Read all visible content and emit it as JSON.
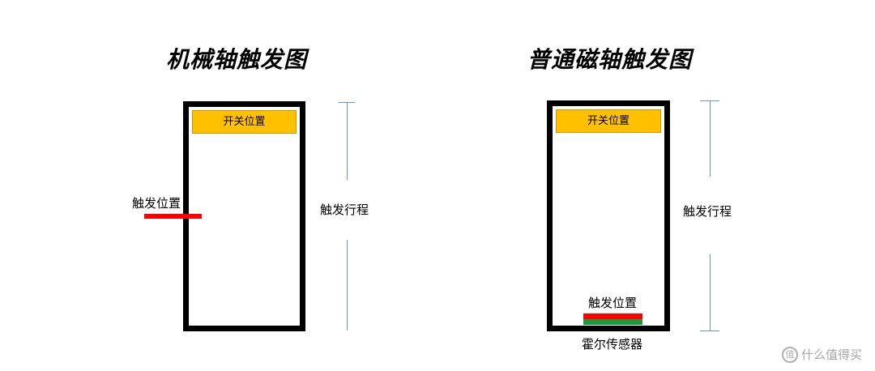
{
  "left": {
    "title": "机械轴触发图",
    "switch_label": "开关位置",
    "trigger_label": "触发位置",
    "travel_label": "触发行程",
    "trigger_color": "#ff0000"
  },
  "right": {
    "title": "普通磁轴触发图",
    "switch_label": "开关位置",
    "trigger_label": "触发位置",
    "travel_label": "触发行程",
    "sensor_label": "霍尔传感器",
    "trigger_color": "#ff0000",
    "sensor_color": "#1a9a3a"
  },
  "colors": {
    "switch_fill": "#ffc000",
    "box_border": "#000000",
    "travel_line": "#6f8fc7"
  },
  "watermark": {
    "icon": "smzdm-logo-icon",
    "text": "什么值得买"
  }
}
